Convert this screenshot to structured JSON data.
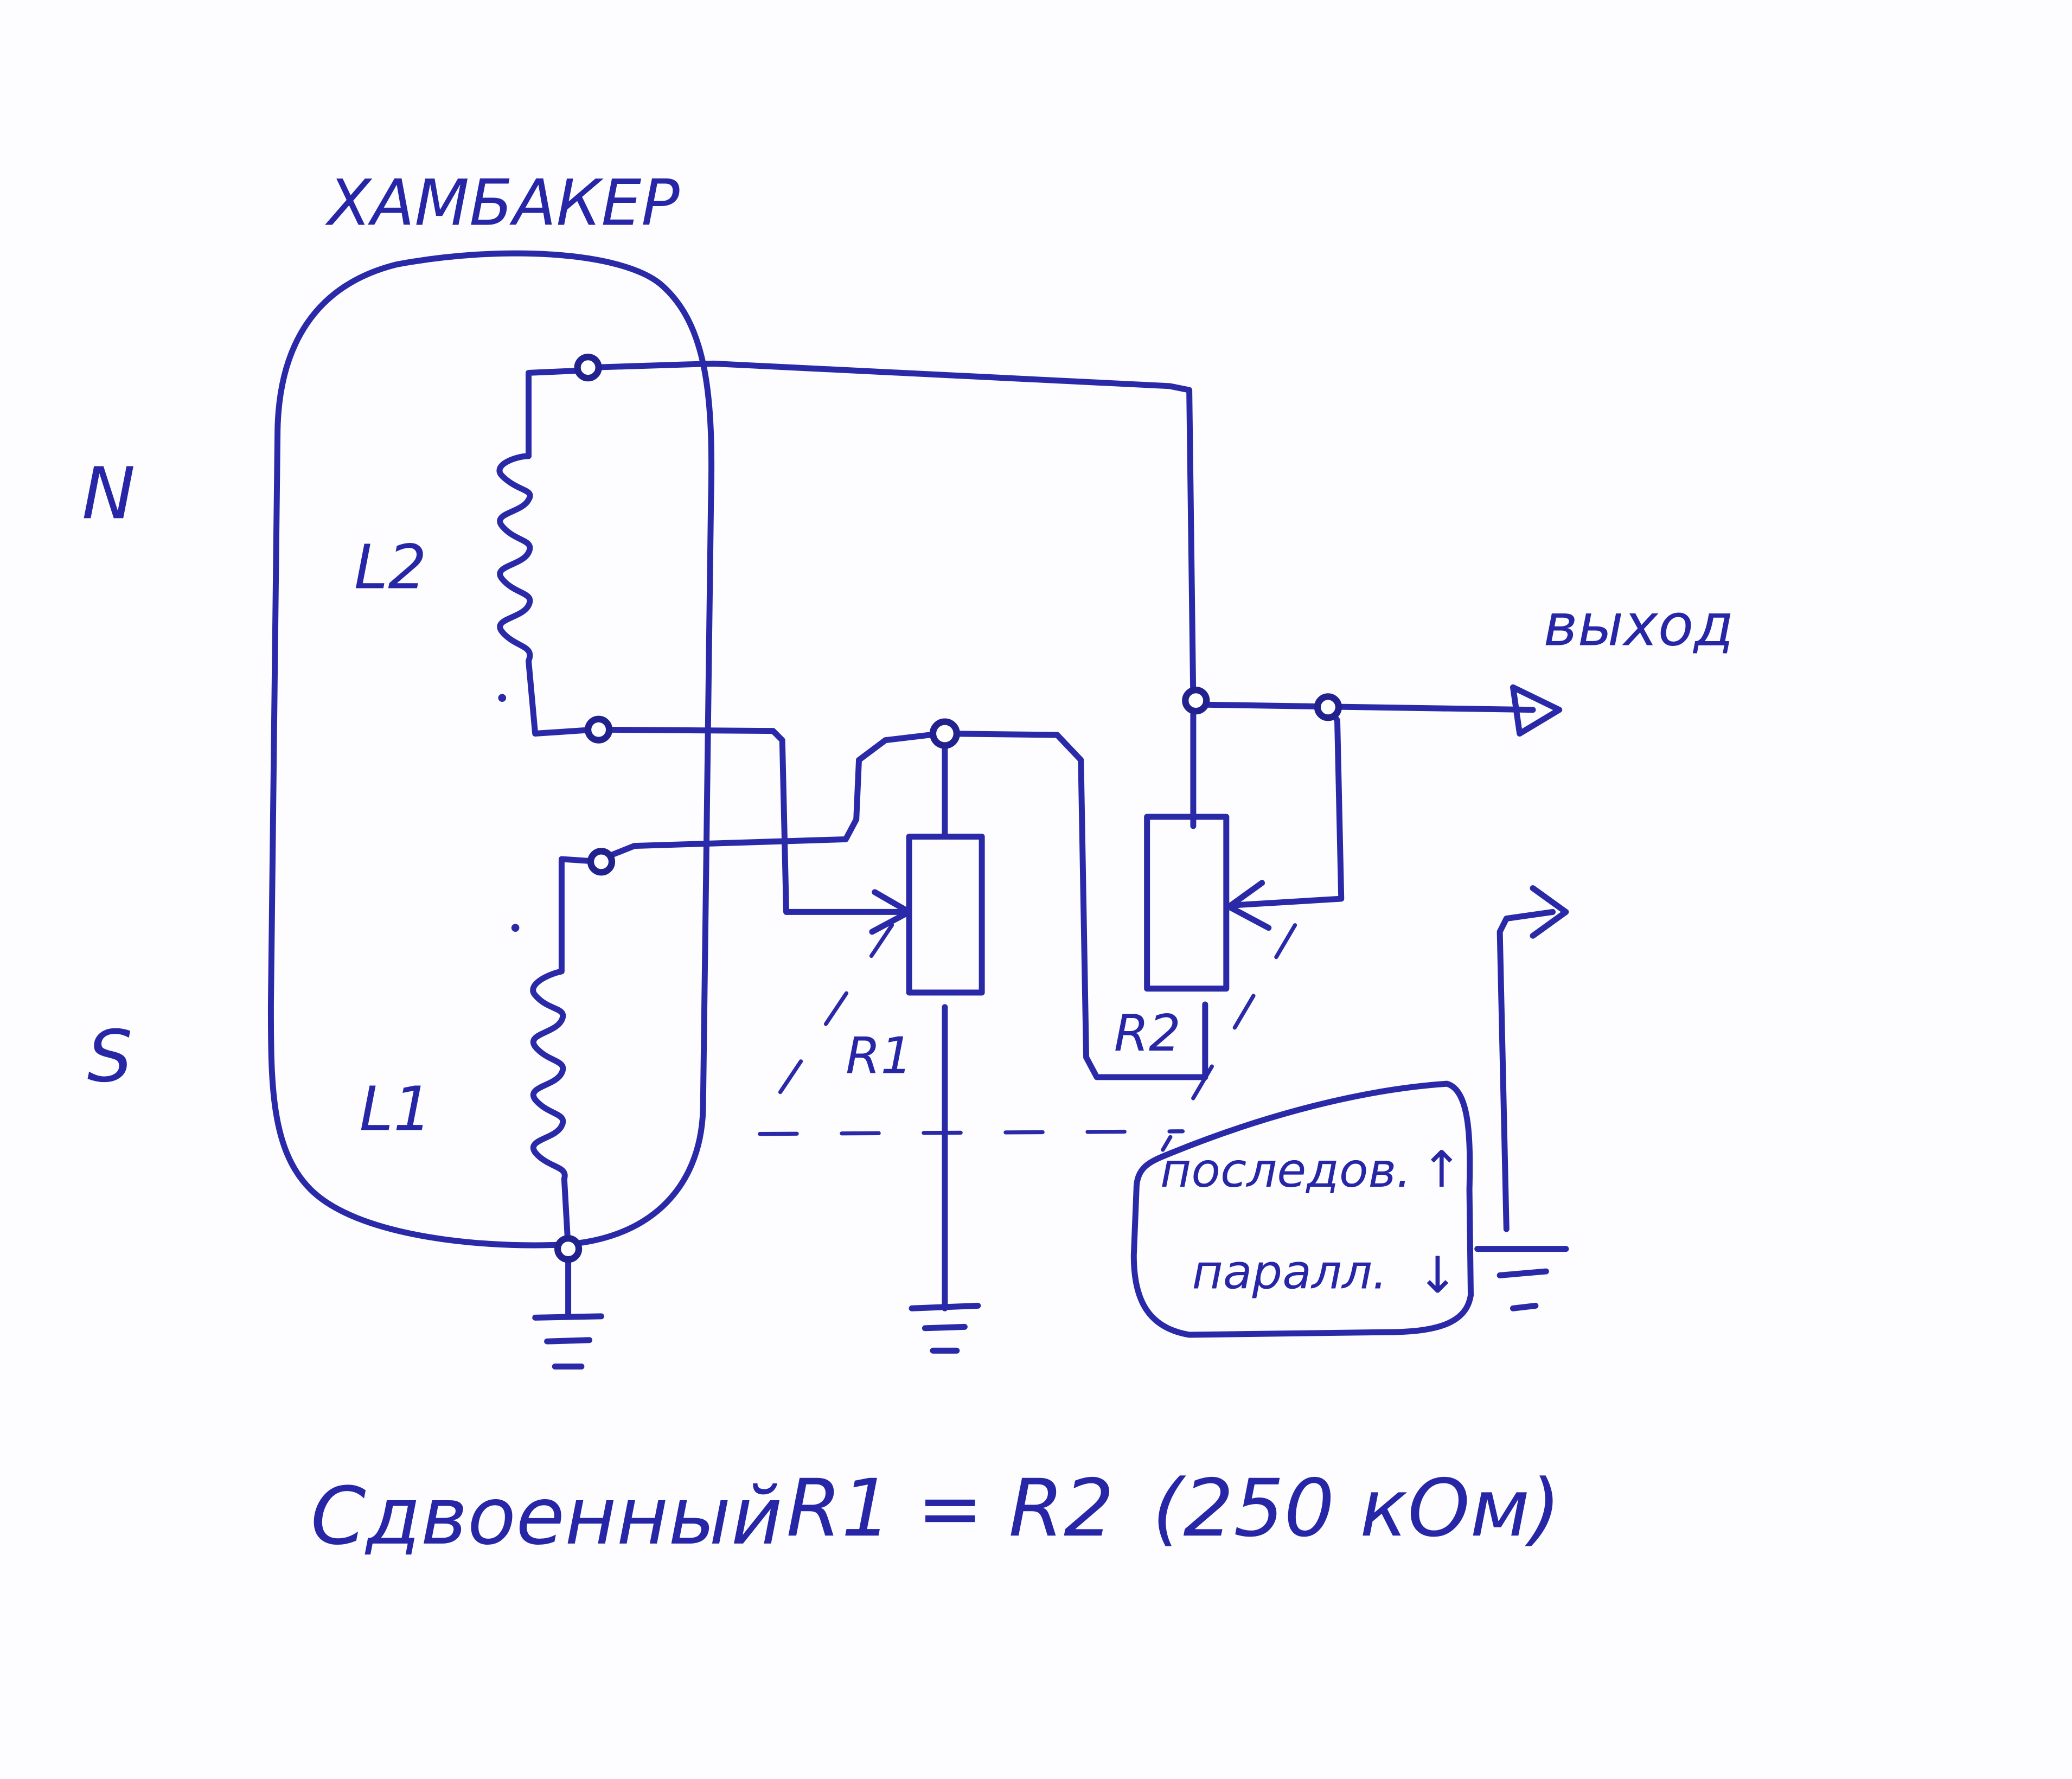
{
  "diagram": {
    "type": "circuit-schematic",
    "title": "ХАМБАКЕР",
    "ink_color": "#2a2aa8",
    "pole_labels": {
      "north": "N",
      "south": "S"
    },
    "coils": [
      {
        "id": "L2",
        "label": "L2",
        "pole": "N"
      },
      {
        "id": "L1",
        "label": "L1",
        "pole": "S"
      }
    ],
    "resistors": [
      {
        "id": "R1",
        "label": "R1"
      },
      {
        "id": "R2",
        "label": "R2"
      }
    ],
    "output_label": "выход",
    "switch_note": {
      "line1": "последов.",
      "line1_arrow": "↑",
      "line2": "паралл.",
      "line2_arrow": "↓"
    },
    "footer": {
      "word": "Сдвоенный",
      "equation": "R1 = R2",
      "value": "(250 кОм)"
    }
  }
}
